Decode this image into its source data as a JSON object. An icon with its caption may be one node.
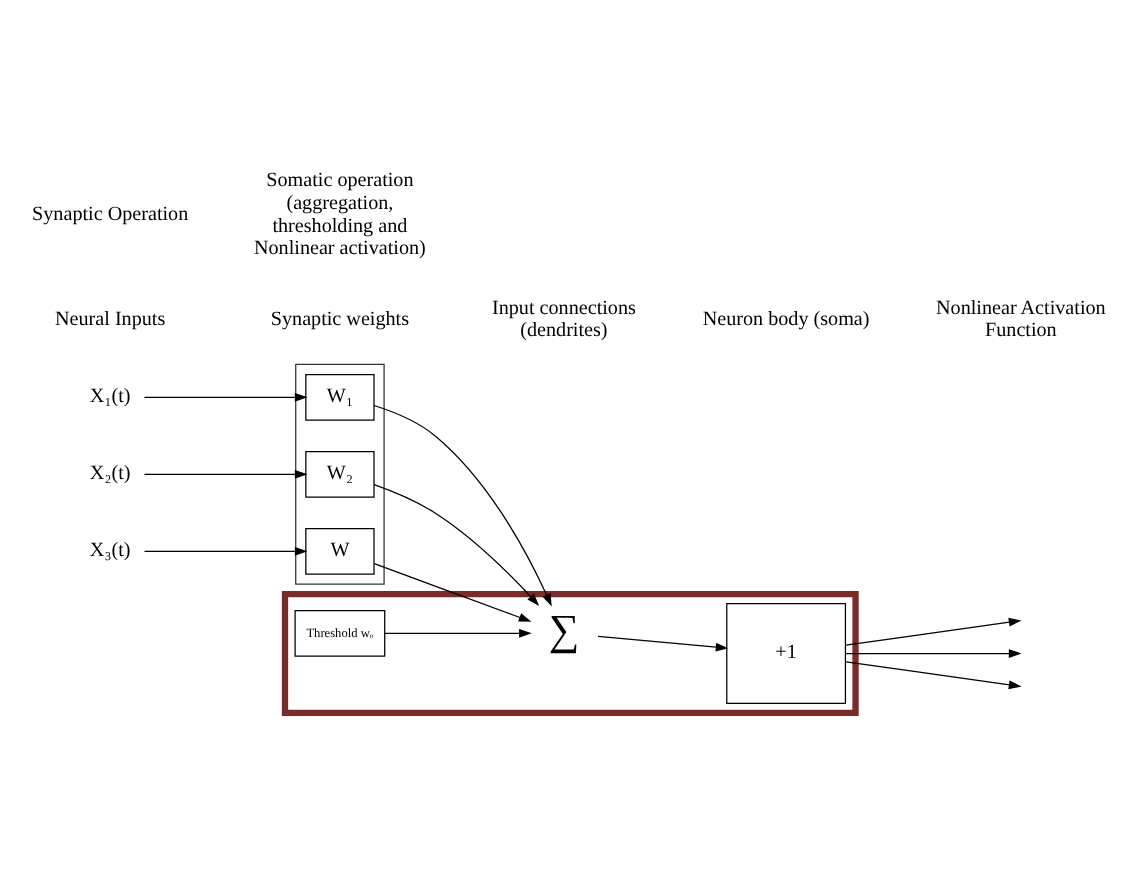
{
  "diagram": {
    "nodes": [
      {
        "text": [
          "X₁(t)"
        ]
      },
      {
        "text": [
          "X₂(t)"
        ]
      },
      {
        "text": [
          "X₃(t)"
        ]
      },
      {
        "text": [],
        "shape": "box"
      },
      {
        "text": [
          "W₁"
        ],
        "in": 3
      },
      {
        "text": [
          "W₂"
        ],
        "in": 3
      },
      {
        "text": [
          "W"
        ],
        "in": 3
      },
      {
        "text": [],
        "shape": "box"
      },
      {
        "text": [
          "Threshold wₒ"
        ],
        "in": 7
      },
      {
        "text": [
          "∑"
        ],
        "in": 7
      },
      {
        "text": [
          "+1"
        ],
        "in": 7
      }
    ],
    "edges": [
      {
        "from": 0,
        "to": 4,
        "arrow": "to"
      },
      {
        "from": 1,
        "to": 5,
        "arrow": "to"
      },
      {
        "from": 2,
        "to": 6,
        "arrow": "to"
      },
      {
        "from": 4,
        "to": 9,
        "arrow": "to"
      },
      {
        "from": 5,
        "to": 9,
        "arrow": "to"
      },
      {
        "from": 6,
        "to": 9,
        "arrow": "to"
      },
      {
        "from": 8,
        "to": 9,
        "arrow": "to"
      },
      {
        "from": 9,
        "to": 10,
        "arrow": "to"
      },
      {
        "from": 10,
        "to": null,
        "arrow": "to"
      },
      {
        "from": 10,
        "to": null,
        "arrow": "to"
      },
      {
        "from": 10,
        "to": null,
        "arrow": "to"
      }
    ],
    "labels": [
      "Neural Inputs",
      "Synaptic weights",
      "Input connections (dendrites)",
      "Neuron body (soma)",
      "Nonlinear Activation Function",
      "Synaptic Operation",
      "Somatic operation (aggregation, thresholding and Nonlinear activation)"
    ]
  }
}
